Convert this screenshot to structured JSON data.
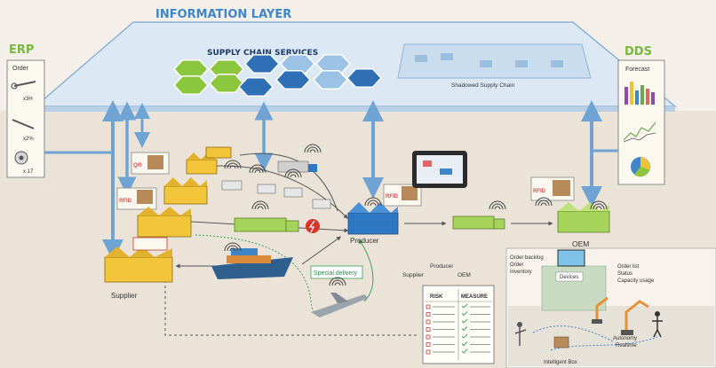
{
  "header": {
    "information_layer": "INFORMATION LAYER",
    "supply_chain_services": "SUPPLY CHAIN SERVICES",
    "shadowed_supply_chain": "Shadowed Supply Chain"
  },
  "erp": {
    "title": "ERP",
    "order": "Order",
    "qty1": "x3H",
    "qty2": "x2%",
    "qty3": "x 17"
  },
  "dds": {
    "title": "DDS",
    "forecast": "Forecast"
  },
  "nodes": {
    "qr": "QR",
    "rfid_left": "RFID",
    "rfid_producer": "RFID",
    "rfid_oem": "RFID",
    "producer": "Producer",
    "oem": "OEM",
    "supplier": "Supplier",
    "special_delivery": "Special delivery"
  },
  "risk_panel": {
    "producer": "Producer",
    "supplier": "Supplier",
    "oem": "OEM",
    "risk": "RISK",
    "measure": "MEASURE"
  },
  "factory_panel": {
    "order_backlog": "Order backlog",
    "order": "Order",
    "inventory": "Inventory",
    "order_list": "Order list",
    "status": "Status",
    "capacity_usage": "Capacity usage",
    "devices": "Devices",
    "autonomy": "Autonomy",
    "realtime": "Realtime",
    "intelligent_box": "Intelligent Box"
  },
  "colors": {
    "layer_fill": "#dce9f4",
    "hex_green": "#8cc63f",
    "hex_blue": "#2f6fb6",
    "hex_light": "#9cc3e6",
    "title_green": "#78b83c",
    "title_blue": "#3f86c8",
    "arrow_blue": "#6fa3d3",
    "factory_blue": "#2e78c2",
    "factory_yellow": "#f2c53a",
    "truck_green": "#a6d35a"
  }
}
